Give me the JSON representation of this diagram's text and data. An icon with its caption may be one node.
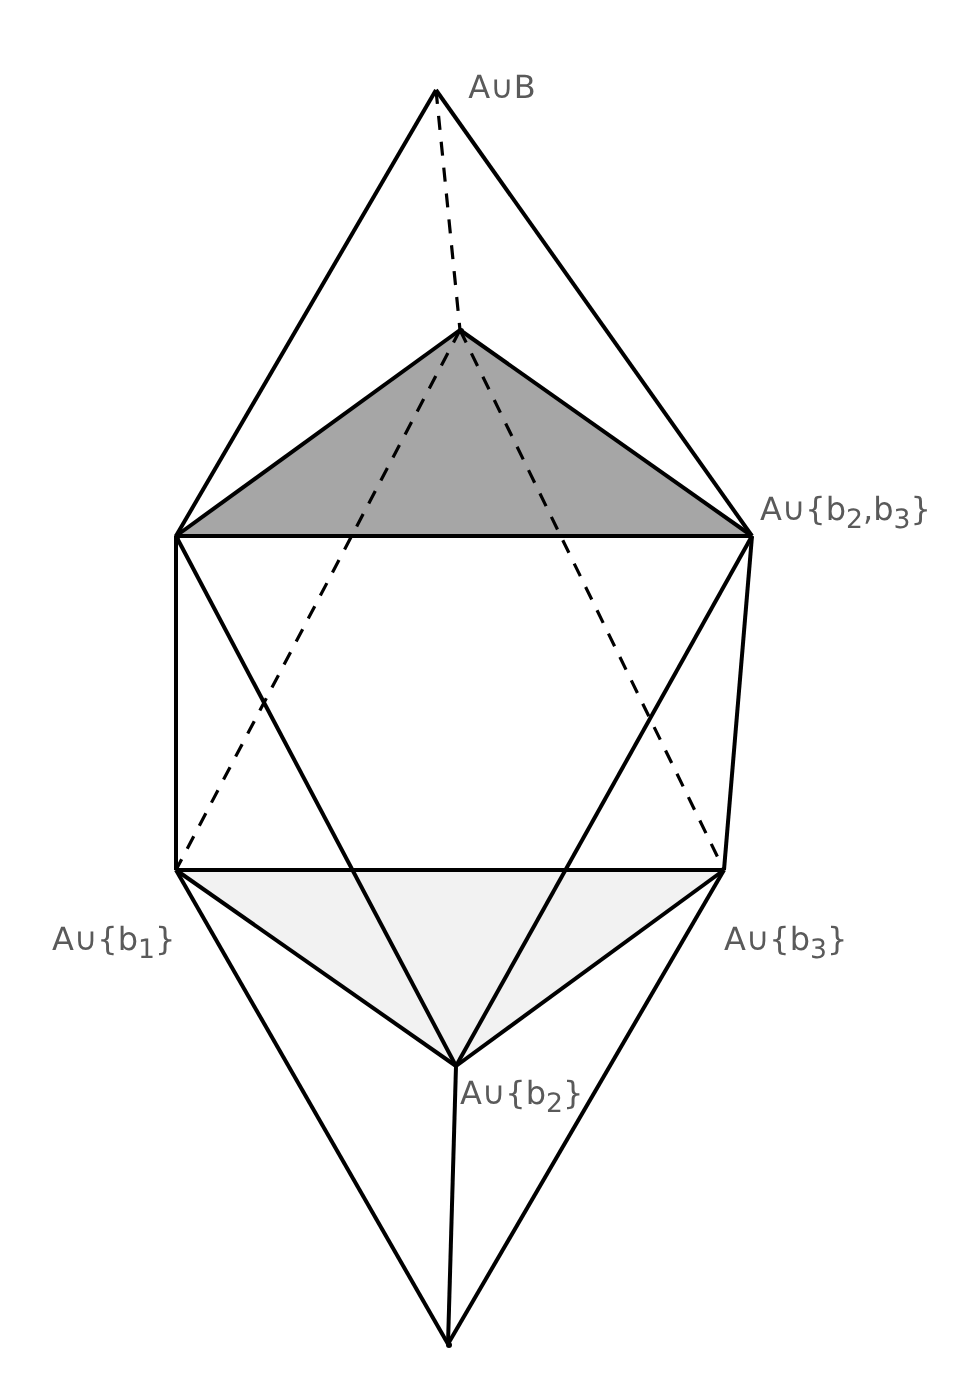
{
  "diagram": {
    "nodes": [
      {
        "text": [
          "A∪B"
        ]
      },
      {
        "text": [],
        "shape": "point"
      },
      {
        "text": [],
        "shape": "point"
      },
      {
        "text": [
          "A∪{b$_{2}$,b$_{3}$}"
        ]
      },
      {
        "text": [
          "A∪{b$_{1}$}"
        ]
      },
      {
        "text": [
          "A∪{b$_{3}$}"
        ]
      },
      {
        "text": [
          "A∪{b$_{2}$}"
        ]
      },
      {
        "text": [],
        "shape": "point"
      }
    ],
    "edges": [
      {
        "from": 0,
        "to": 2,
        "arrow": "none"
      },
      {
        "from": 0,
        "to": 3,
        "arrow": "none"
      },
      {
        "from": 0,
        "to": 1,
        "arrow": "none",
        "style": "dashed"
      },
      {
        "from": 1,
        "to": 2,
        "arrow": "none"
      },
      {
        "from": 1,
        "to": 3,
        "arrow": "none"
      },
      {
        "from": 2,
        "to": 3,
        "arrow": "none"
      },
      {
        "from": 1,
        "to": 4,
        "arrow": "none",
        "style": "dashed"
      },
      {
        "from": 1,
        "to": 5,
        "arrow": "none",
        "style": "dashed"
      },
      {
        "from": 2,
        "to": 4,
        "arrow": "none"
      },
      {
        "from": 2,
        "to": 6,
        "arrow": "none"
      },
      {
        "from": 3,
        "to": 5,
        "arrow": "none"
      },
      {
        "from": 3,
        "to": 6,
        "arrow": "none"
      },
      {
        "from": 4,
        "to": 5,
        "arrow": "none"
      },
      {
        "from": 4,
        "to": 6,
        "arrow": "none"
      },
      {
        "from": 5,
        "to": 6,
        "arrow": "none"
      },
      {
        "from": 4,
        "to": 7,
        "arrow": "none"
      },
      {
        "from": 6,
        "to": 7,
        "arrow": "none"
      },
      {
        "from": 5,
        "to": 7,
        "arrow": "none"
      }
    ]
  }
}
